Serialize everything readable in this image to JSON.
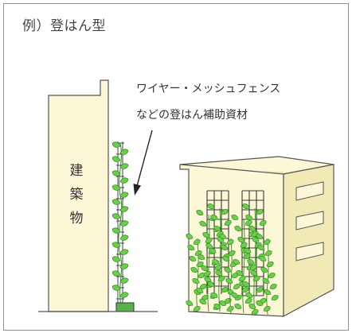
{
  "title": "例）登はん型",
  "callout": {
    "line1": "ワイヤー・メッシュフェンス",
    "line2": "などの登はん補助資材"
  },
  "building_label": [
    "建",
    "築",
    "物"
  ],
  "colors": {
    "building_fill": "#fcf7d6",
    "building_stroke": "#555555",
    "building_side": "#f1e9b6",
    "leaf": "#6ccf4a",
    "leaf_dark": "#2f8a22",
    "frame": "#8f8f8f"
  }
}
